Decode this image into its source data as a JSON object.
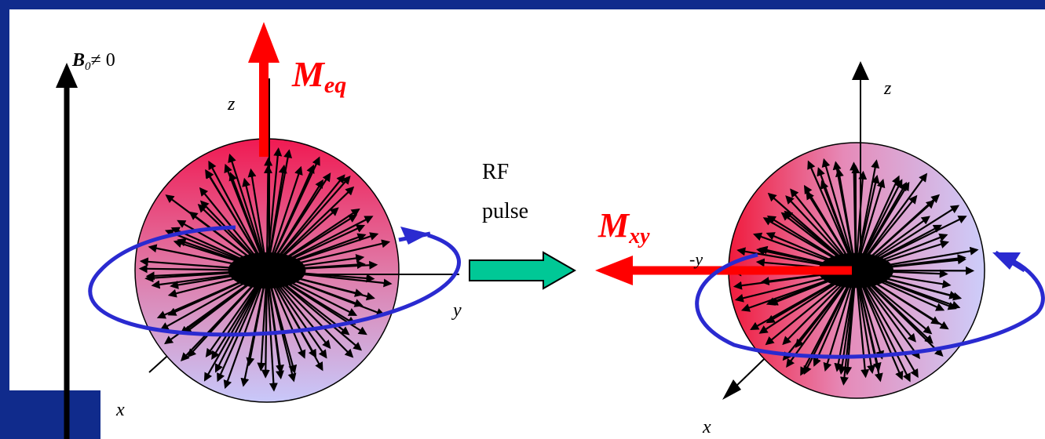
{
  "diagram": {
    "b0_label": "B",
    "b0_subscript": "0",
    "b0_condition": "≠ 0",
    "meq_label": "M",
    "meq_subscript": "eq",
    "mxy_label": "M",
    "mxy_subscript": "xy",
    "rf_line1": "RF",
    "rf_line2": "pulse",
    "left_axes": {
      "z": "z",
      "y": "y",
      "x": "x"
    },
    "right_axes": {
      "z": "z",
      "x": "x",
      "neg_y": "-y"
    }
  },
  "colors": {
    "slide_blue": "#102b8c",
    "panel": "#ffffff",
    "magnetization_red": "#ff0000",
    "precession_blue": "#2a2ad0",
    "rf_arrow_green": "#00c896",
    "sphere_red": "#f0205a",
    "sphere_lavender": "#c8c8f8"
  }
}
